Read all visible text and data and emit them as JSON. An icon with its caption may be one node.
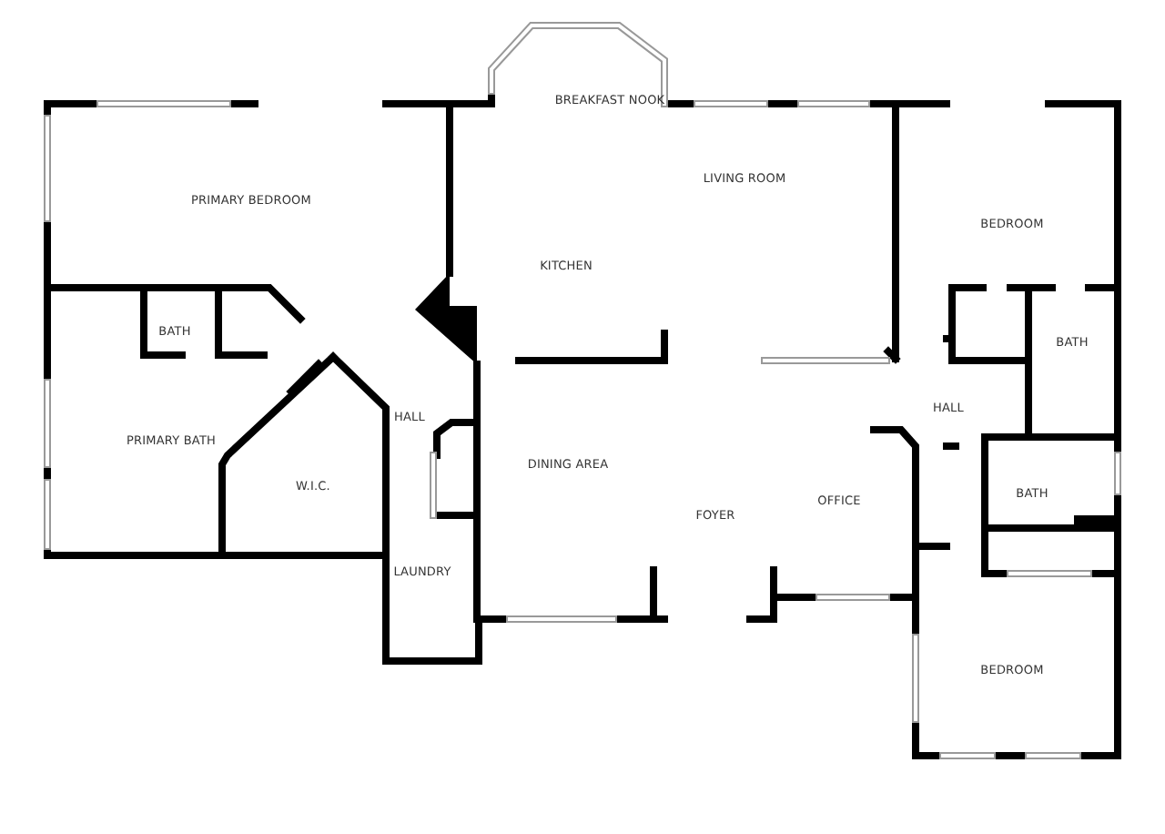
{
  "diagram": {
    "labels": [
      "BREAKFAST NOOK",
      "LIVING ROOM",
      "PRIMARY BEDROOM",
      "BEDROOM",
      "KITCHEN",
      "BATH",
      "BATH",
      "HALL",
      "HALL",
      "PRIMARY BATH",
      "DINING AREA",
      "W.I.C.",
      "BATH",
      "OFFICE",
      "FOYER",
      "LAUNDRY",
      "BEDROOM"
    ]
  }
}
